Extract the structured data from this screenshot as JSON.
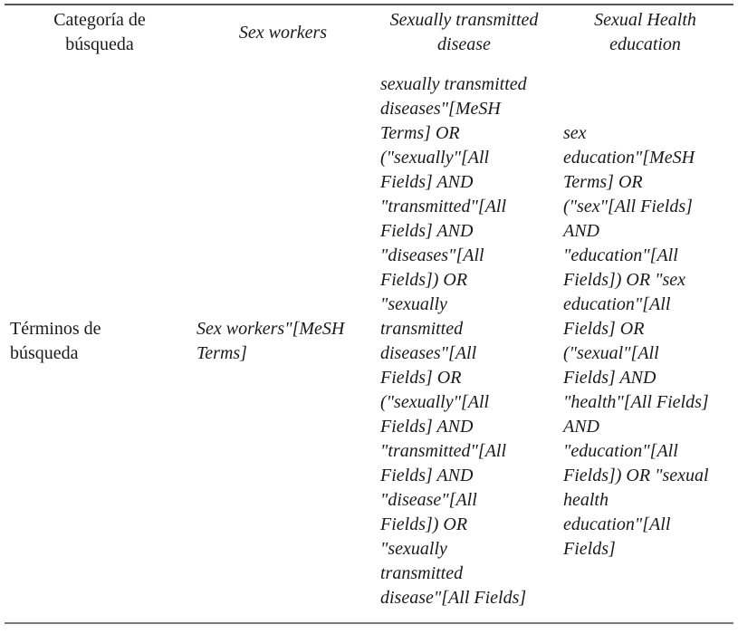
{
  "page": {
    "background": "#ffffff",
    "text_color": "#1a1a1a",
    "rule_top_color": "#565656",
    "rule_bottom_color": "#7a7a7a"
  },
  "table": {
    "description": "search-strategy-table",
    "columns": [
      {
        "header": "Categoría de\nbúsqueda",
        "body": "Términos de\nbúsqueda"
      },
      {
        "header": "Sex workers",
        "body": "Sex workers\"[MeSH\nTerms]"
      },
      {
        "header": "Sexually transmitted\ndisease",
        "body": "sexually transmitted\ndiseases\"[MeSH\nTerms] OR\n(\"sexually\"[All\nFields] AND\n\"transmitted\"[All\nFields] AND\n\"diseases\"[All\nFields]) OR\n\"sexually\ntransmitted\ndiseases\"[All\nFields] OR\n(\"sexually\"[All\nFields] AND\n\"transmitted\"[All\nFields] AND\n\"disease\"[All\nFields]) OR\n\"sexually\ntransmitted\ndisease\"[All Fields]"
      },
      {
        "header": "Sexual Health\neducation",
        "body": "sex\neducation\"[MeSH\nTerms] OR\n(\"sex\"[All Fields]\nAND\n\"education\"[All\nFields]) OR \"sex\neducation\"[All\nFields] OR\n(\"sexual\"[All\nFields] AND\n\"health\"[All Fields]\nAND\n\"education\"[All\nFields]) OR \"sexual\nhealth\neducation\"[All\nFields]"
      }
    ]
  }
}
